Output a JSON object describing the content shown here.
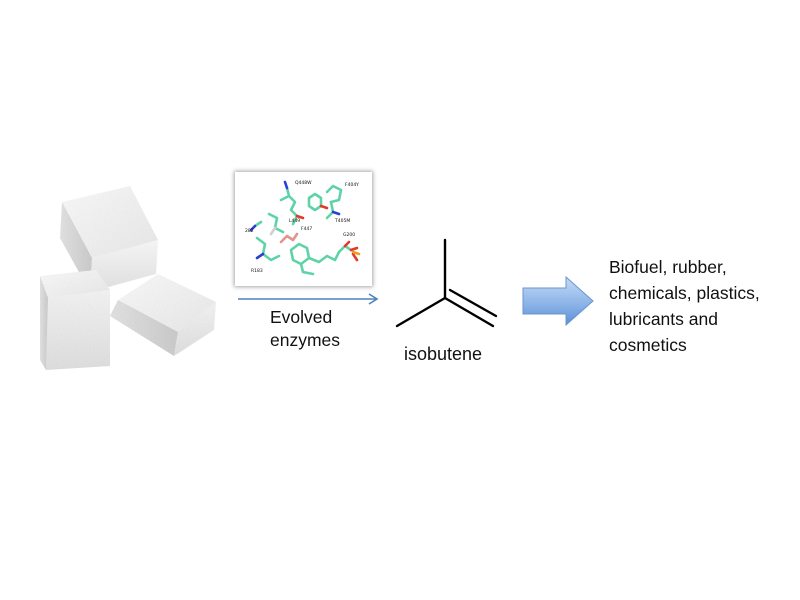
{
  "enzyme_panel": {
    "residue_labels": [
      "Q448W",
      "F404Y",
      "L449",
      "282",
      "F447",
      "T405M",
      "G200",
      "R183"
    ]
  },
  "enzyme_caption": {
    "lines": [
      "Evolved",
      "enzymes"
    ]
  },
  "molecule": {
    "label": "isobutene"
  },
  "products": {
    "lines": [
      "Biofuel, rubber,",
      "chemicals, plastics,",
      "lubricants and",
      "cosmetics"
    ]
  },
  "colors": {
    "thin_arrow": "#4f81bd",
    "big_arrow_light": "#a9c8ee",
    "big_arrow_dark": "#5b8fd6",
    "carbon": "#5fd3a8",
    "nitrogen": "#2b3fd6",
    "oxygen": "#e03a2a"
  }
}
